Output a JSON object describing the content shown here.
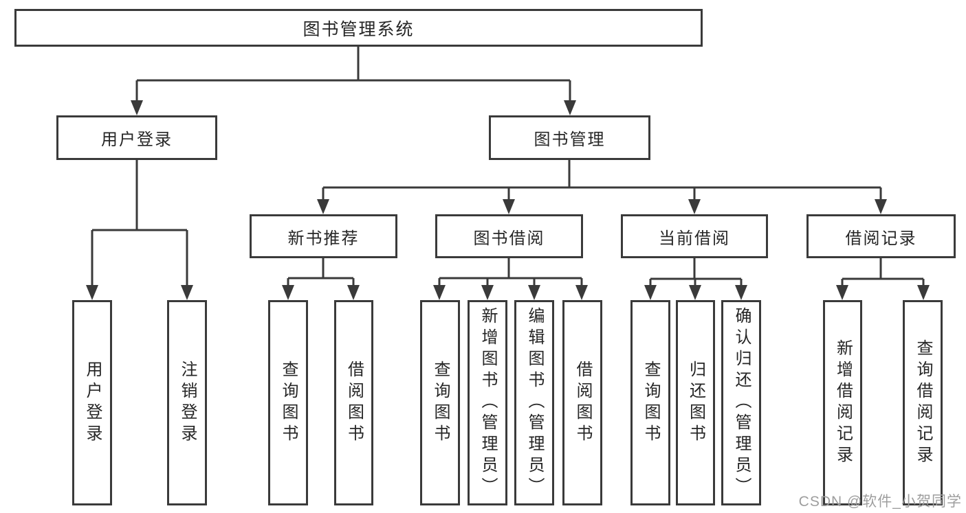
{
  "diagram": {
    "type": "hierarchy-tree",
    "colors": {
      "line": "#3a3a3a",
      "box_border": "#3a3a3a",
      "text": "#262626",
      "watermark_text": "#9e9e9e",
      "background": "#ffffff"
    },
    "tree": {
      "root": {
        "label": "图书管理系统"
      },
      "branches": [
        {
          "label": "用户登录",
          "children": [
            {
              "label": "用户登录"
            },
            {
              "label": "注销登录"
            }
          ]
        },
        {
          "label": "图书管理",
          "children": [
            {
              "label": "新书推荐",
              "children": [
                {
                  "label": "查询图书"
                },
                {
                  "label": "借阅图书"
                }
              ]
            },
            {
              "label": "图书借阅",
              "children": [
                {
                  "label": "查询图书"
                },
                {
                  "label": "新增图书（管理员）"
                },
                {
                  "label": "编辑图书（管理员）"
                },
                {
                  "label": "借阅图书"
                }
              ]
            },
            {
              "label": "当前借阅",
              "children": [
                {
                  "label": "查询图书"
                },
                {
                  "label": "归还图书"
                },
                {
                  "label": "确认归还（管理员）"
                }
              ]
            },
            {
              "label": "借阅记录",
              "children": [
                {
                  "label": "新增借阅记录"
                },
                {
                  "label": "查询借阅记录"
                }
              ]
            }
          ]
        }
      ]
    },
    "watermark": {
      "text": "CSDN @软件_小贺同学"
    }
  }
}
